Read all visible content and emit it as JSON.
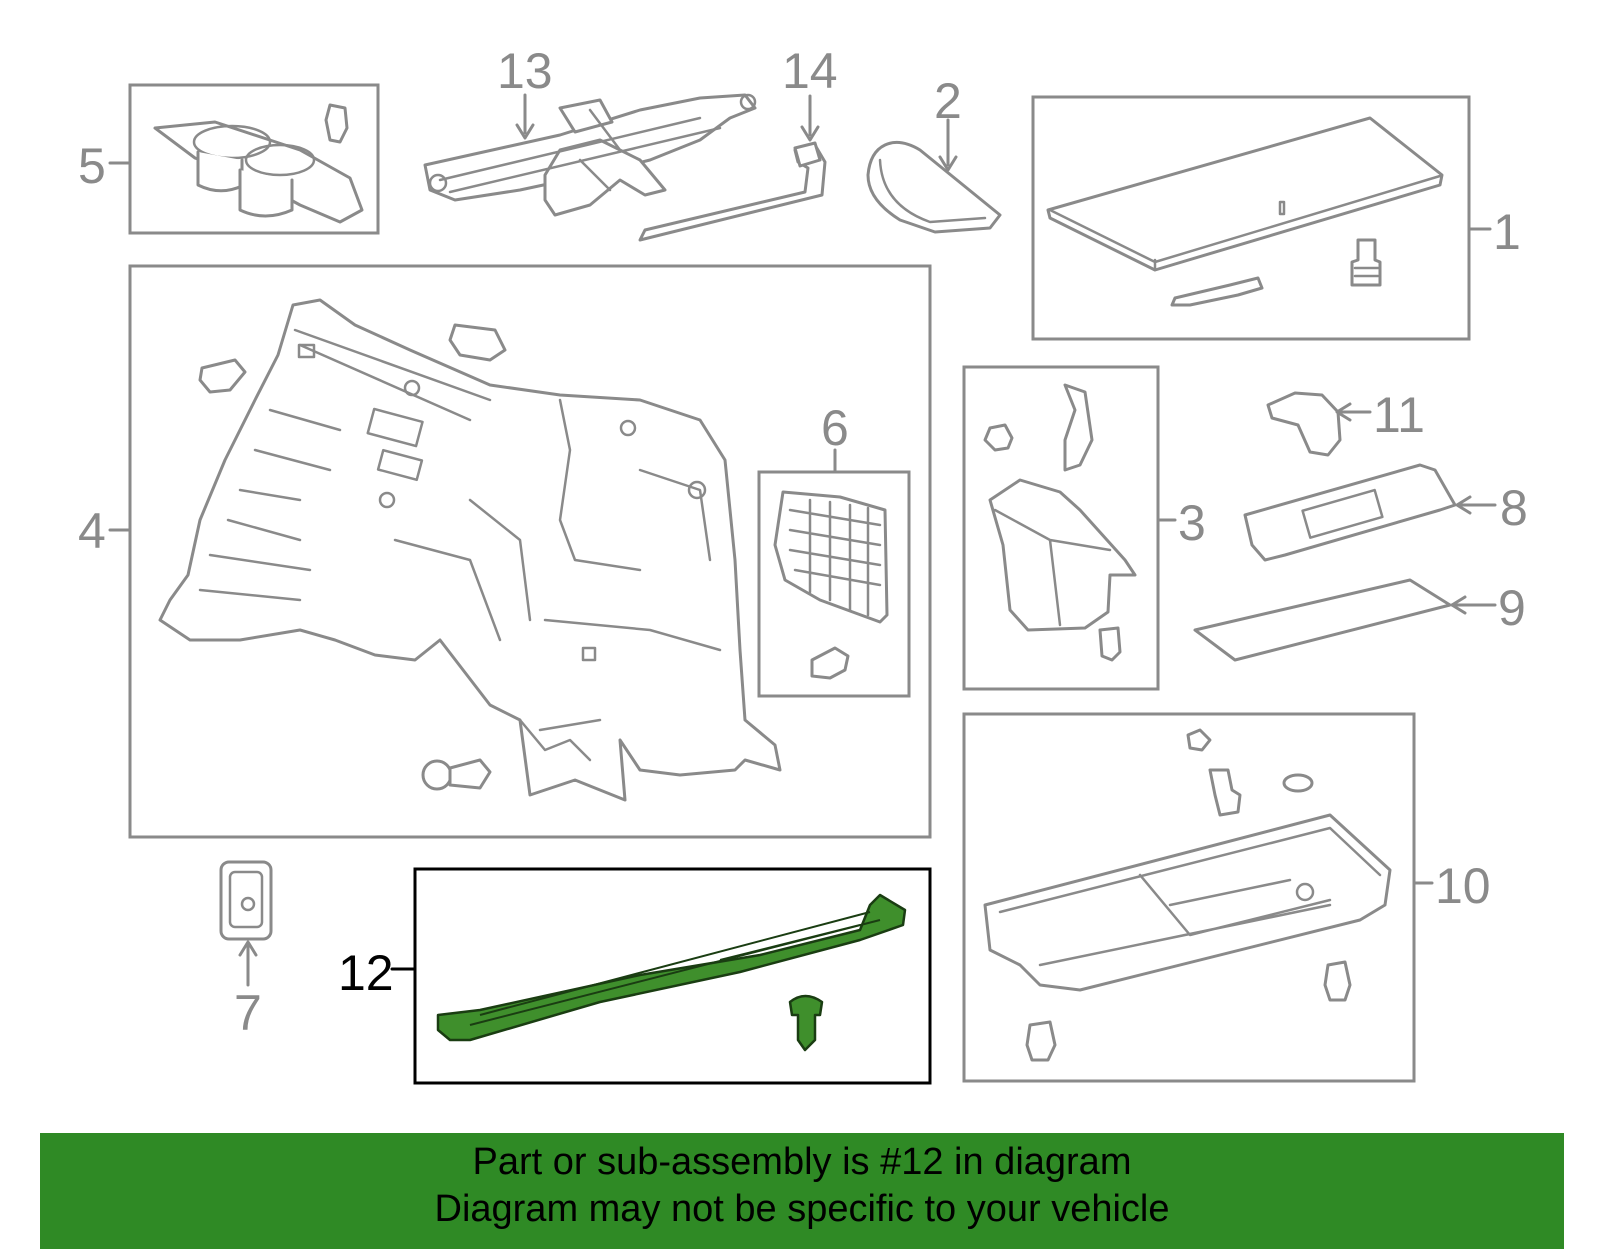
{
  "callouts": {
    "p1": "1",
    "p2": "2",
    "p3": "3",
    "p4": "4",
    "p5": "5",
    "p6": "6",
    "p7": "7",
    "p8": "8",
    "p9": "9",
    "p10": "10",
    "p11": "11",
    "p12": "12",
    "p13": "13",
    "p14": "14"
  },
  "highlighted_part": "12",
  "colors": {
    "highlight_fill": "#3f8f2c",
    "banner_bg": "#2f8a25",
    "line_gray": "#8a8a8a"
  },
  "banner": {
    "line1": "Part or sub-assembly is #12 in diagram",
    "line2": "Diagram may not be specific to your vehicle"
  }
}
